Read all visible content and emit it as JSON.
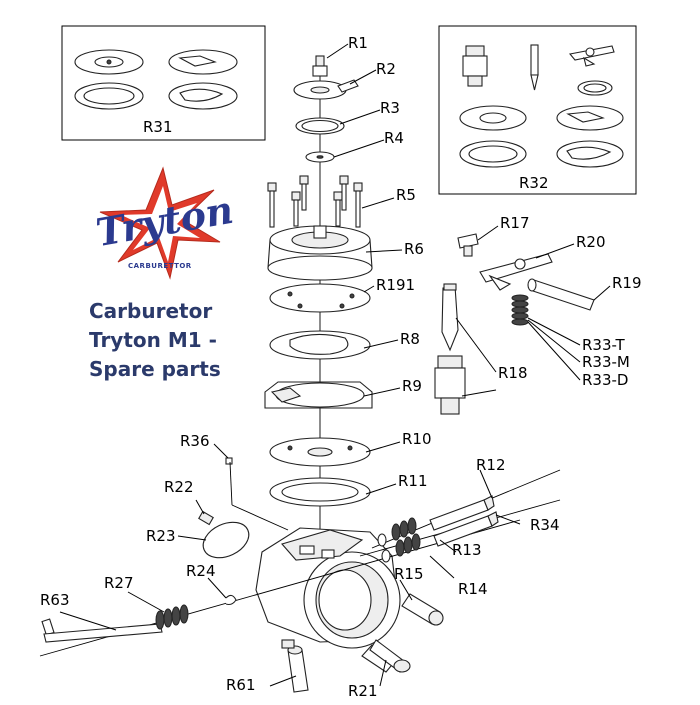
{
  "logo": {
    "word": "Tryton",
    "sub": "CARBURETTOR",
    "star_color": "#e03a2a",
    "word_color": "#2b3a8f"
  },
  "title_lines": [
    "Carburetor",
    "Tryton M1 -",
    "Spare parts"
  ],
  "title_color": "#2b3a6b",
  "boxes": {
    "left": "R31",
    "right": "R32"
  },
  "labels": {
    "R1": "R1",
    "R2": "R2",
    "R3": "R3",
    "R4": "R4",
    "R5": "R5",
    "R6": "R6",
    "R191": "R191",
    "R8": "R8",
    "R9": "R9",
    "R10": "R10",
    "R11": "R11",
    "R17": "R17",
    "R20": "R20",
    "R19": "R19",
    "R33T": "R33-T",
    "R33M": "R33-M",
    "R33D": "R33-D",
    "R18": "R18",
    "R36": "R36",
    "R12": "R12",
    "R22": "R22",
    "R23": "R23",
    "R34": "R34",
    "R13": "R13",
    "R24": "R24",
    "R15": "R15",
    "R14": "R14",
    "R63": "R63",
    "R27": "R27",
    "R61": "R61",
    "R21": "R21"
  }
}
